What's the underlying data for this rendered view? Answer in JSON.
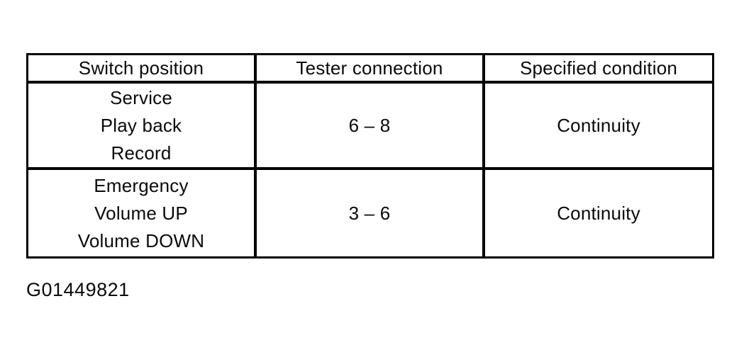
{
  "figure": {
    "caption": "G01449821"
  },
  "table": {
    "headers": [
      "Switch position",
      "Tester connection",
      "Specified condition"
    ],
    "rows": [
      {
        "switch_positions": [
          "Service",
          "Play back",
          "Record"
        ],
        "tester_connection": "6 – 8",
        "specified_condition": "Continuity"
      },
      {
        "switch_positions": [
          "Emergency",
          "Volume UP",
          "Volume DOWN"
        ],
        "tester_connection": "3 – 6",
        "specified_condition": "Continuity"
      }
    ]
  },
  "colors": {
    "text": "#0a0a0a",
    "border": "#000000",
    "background": "#ffffff"
  }
}
